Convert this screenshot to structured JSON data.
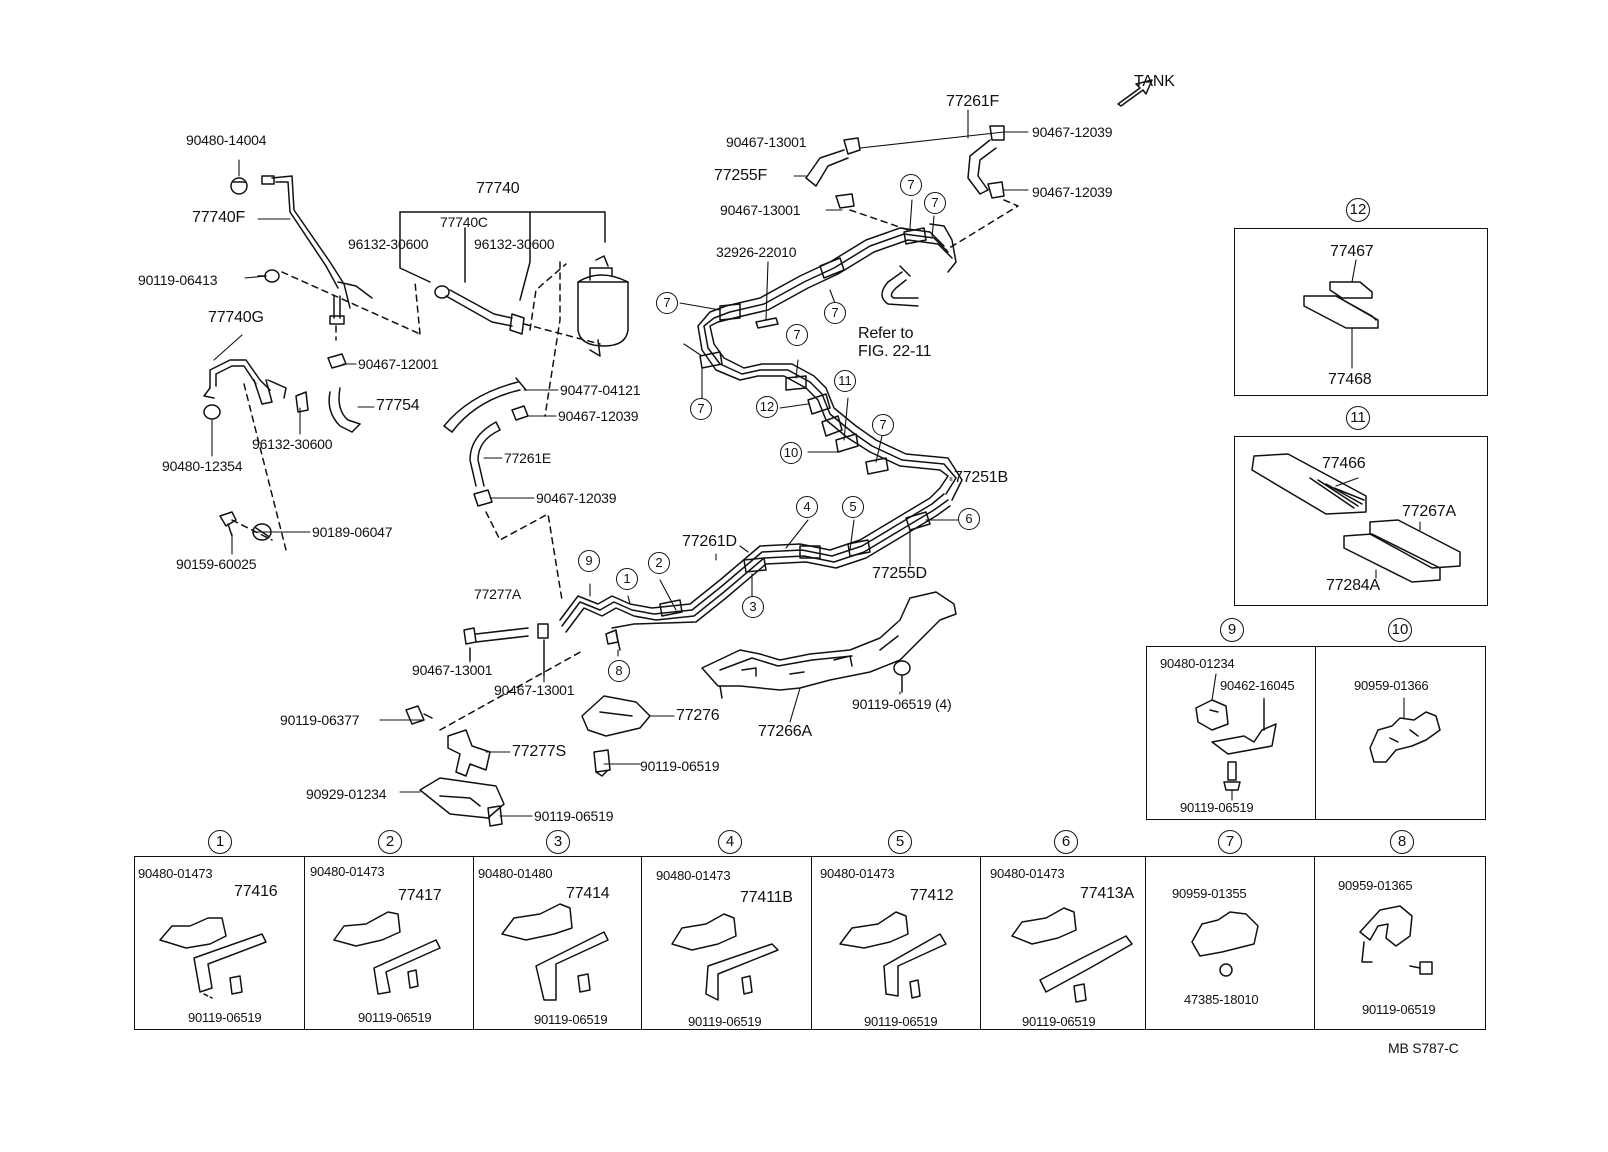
{
  "diagram": {
    "direction_label": "TANK",
    "refer_text_1": "Refer to",
    "refer_text_2": "FIG. 22-11",
    "footer_code": "MB  S787-C",
    "circle_numbers": [
      "1",
      "2",
      "3",
      "4",
      "5",
      "6",
      "7",
      "8",
      "9",
      "10",
      "11",
      "12"
    ],
    "part_labels": {
      "p_90480_14004": "90480-14004",
      "p_77740F": "77740F",
      "p_90119_06413": "90119-06413",
      "p_77740G": "77740G",
      "p_90480_12354": "90480-12354",
      "p_96132_30600_c": "96132-30600",
      "p_90189_06047": "90189-06047",
      "p_90159_60025": "90159-60025",
      "p_77740": "77740",
      "p_77740C": "77740C",
      "p_96132_30600_a": "96132-30600",
      "p_96132_30600_b": "96132-30600",
      "p_90467_12001": "90467-12001",
      "p_77754": "77754",
      "p_90477_04121": "90477-04121",
      "p_90467_12039_a": "90467-12039",
      "p_77261E": "77261E",
      "p_90467_12039_b": "90467-12039",
      "p_77277A": "77277A",
      "p_90467_13001_c": "90467-13001",
      "p_90467_13001_d": "90467-13001",
      "p_90119_06377": "90119-06377",
      "p_77277S": "77277S",
      "p_90929_01234": "90929-01234",
      "p_90119_06519_a": "90119-06519",
      "p_77276": "77276",
      "p_90119_06519_b": "90119-06519",
      "p_77266A": "77266A",
      "p_90119_06519_4": "90119-06519 (4)",
      "p_77261D": "77261D",
      "p_77255D": "77255D",
      "p_77251B": "77251B",
      "p_90467_13001_a": "90467-13001",
      "p_77255F": "77255F",
      "p_90467_13001_b": "90467-13001",
      "p_32926_22010": "32926-22010",
      "p_77261F": "77261F",
      "p_90467_12039_c": "90467-12039",
      "p_90467_12039_d": "90467-12039",
      "p_77467": "77467",
      "p_77468": "77468",
      "p_77466": "77466",
      "p_77267A": "77267A",
      "p_77284A": "77284A",
      "p_9_90480_01234": "90480-01234",
      "p_9_90462_16045": "90462-16045",
      "p_9_90119_06519": "90119-06519",
      "p_10_90959_01366": "90959-01366",
      "b1_clip": "90480-01473",
      "b1_part": "77416",
      "b1_bolt": "90119-06519",
      "b2_clip": "90480-01473",
      "b2_part": "77417",
      "b2_bolt": "90119-06519",
      "b3_clip": "90480-01480",
      "b3_part": "77414",
      "b3_bolt": "90119-06519",
      "b4_clip": "90480-01473",
      "b4_part": "77411B",
      "b4_bolt": "90119-06519",
      "b5_clip": "90480-01473",
      "b5_part": "77412",
      "b5_bolt": "90119-06519",
      "b6_clip": "90480-01473",
      "b6_part": "77413A",
      "b6_bolt": "90119-06519",
      "b7_clip": "90959-01355",
      "b7_grommet": "47385-18010",
      "b8_clip": "90959-01365",
      "b8_bolt": "90119-06519"
    }
  }
}
